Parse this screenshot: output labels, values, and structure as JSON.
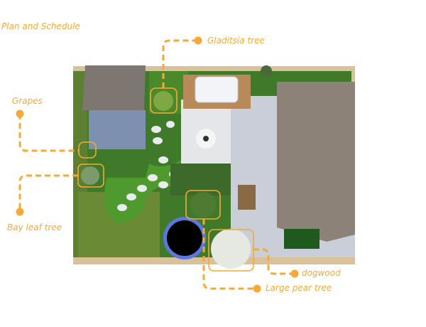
{
  "title": "Plan and Schedule",
  "accent_color": "#f6a935",
  "callouts": {
    "gladitsia": "Gladitsia tree",
    "grapes": "Grapes",
    "bay_leaf": "Bay leaf tree",
    "dogwood": "dogwood",
    "large_pear": "Large pear tree"
  }
}
